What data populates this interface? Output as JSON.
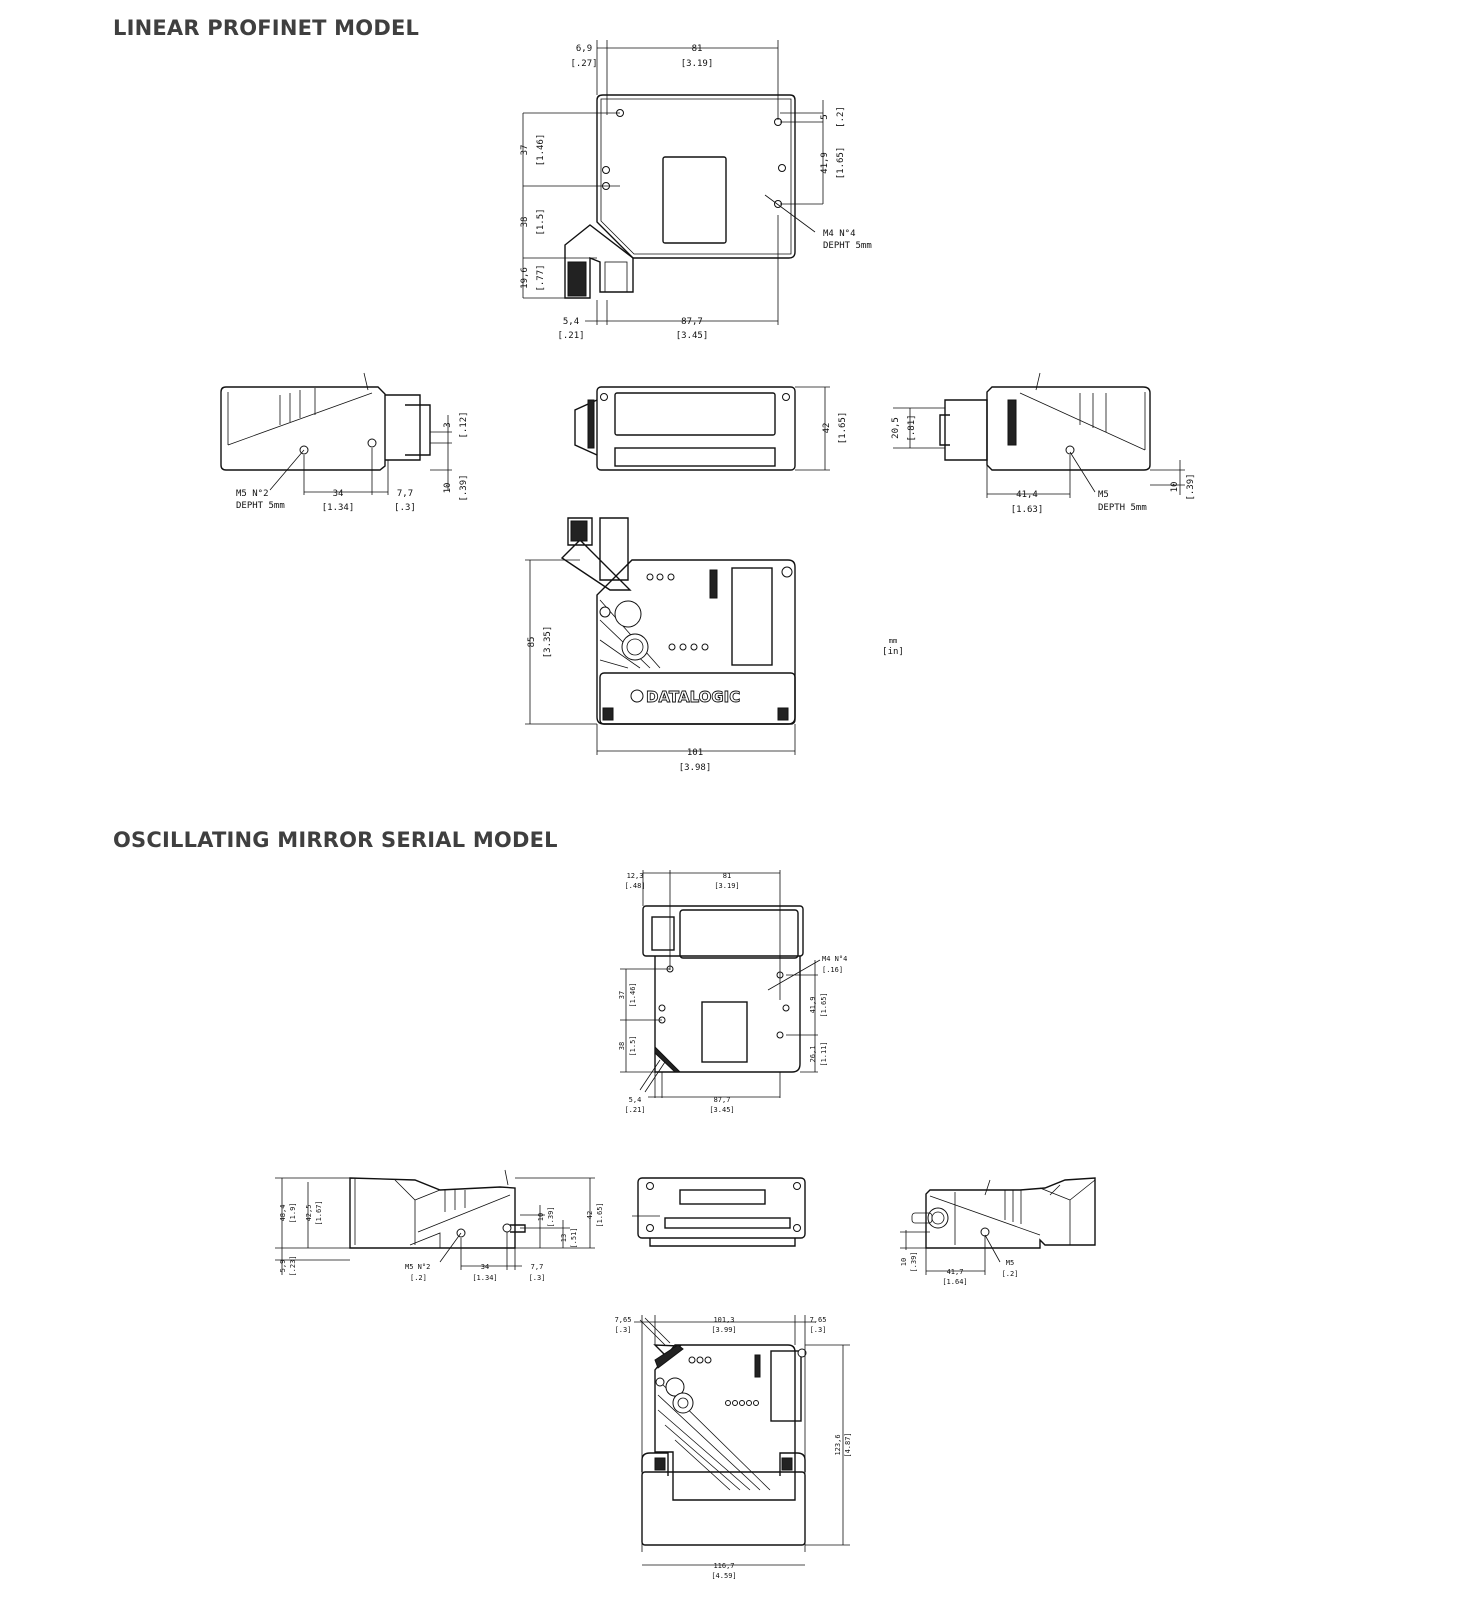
{
  "sections": [
    {
      "title": "LINEAR PROFINET MODEL",
      "labels": [
        "6,9",
        "[.27]",
        "81",
        "[3.19]",
        "37",
        "[1.46]",
        "38",
        "[1.5]",
        "19,6",
        "[.77]",
        "5",
        "[.2]",
        "41,9",
        "[1.65]",
        "M4 N°4",
        "DEPHT 5mm",
        "5,4",
        "[.21]",
        "87,7",
        "[3.45]",
        "M5 N°2",
        "DEPHT 5mm",
        "34",
        "[1.34]",
        "7,7",
        "[.3]",
        "3",
        "[.12]",
        "10",
        "[.39]",
        "42",
        "[1.65]",
        "20,5",
        "[.81]",
        "41,4",
        "[1.63]",
        "M5",
        "DEPTH 5mm",
        "10",
        "[.39]",
        "85",
        "[3.35]",
        "101",
        "[3.98]",
        "mm",
        "[in]"
      ],
      "logo": "DATALOGIC"
    },
    {
      "title": "OSCILLATING MIRROR SERIAL MODEL",
      "labels": [
        "12,3",
        "[.48]",
        "81",
        "[3.19]",
        "M4 N°4",
        "[.16]",
        "37",
        "[1.46]",
        "38",
        "[1.5]",
        "41,9",
        "[1.65]",
        "26,1",
        "[1.11]",
        "5,4",
        "[.21]",
        "87,7",
        "[3.45]",
        "48,4",
        "[1.9]",
        "42,5",
        "[1.67]",
        "5,9",
        "[.23]",
        "10",
        "[.39]",
        "13",
        "[.51]",
        "42",
        "[1.65]",
        "M5 N°2",
        "[.2]",
        "34",
        "[1.34]",
        "7,7",
        "[.3]",
        "10",
        "[.39]",
        "41,7",
        "[1.64]",
        "M5",
        "[.2]",
        "7,65",
        "[.3]",
        "101,3",
        "[3.99]",
        "7,65",
        "[.3]",
        "123,6",
        "[4.87]",
        "116,7",
        "[4.59]"
      ]
    }
  ]
}
